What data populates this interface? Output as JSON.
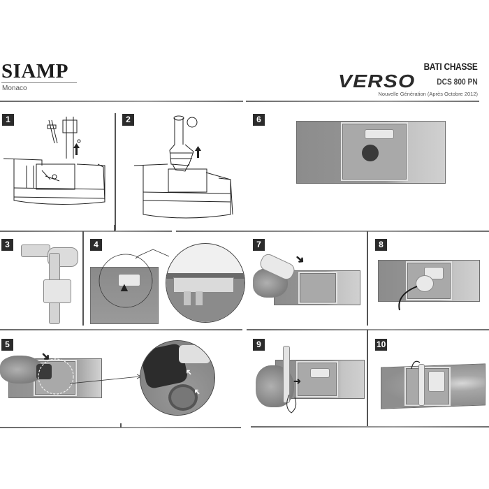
{
  "header": {
    "brand": "SIAMP",
    "brand_subtitle": "Monaco",
    "product_category": "BATI CHASSE",
    "product_name": "VERSO",
    "model": "DCS 800 PN",
    "generation_note": "Nouvelle Génération (Après Octobre 2012)"
  },
  "steps": [
    {
      "number": "1",
      "description": "Remove fill valve from frame (line drawing, arrow up)"
    },
    {
      "number": "2",
      "description": "Remove flush valve from frame (line drawing, arrow up)"
    },
    {
      "number": "3",
      "description": "Fill valve component (photo)"
    },
    {
      "number": "4",
      "description": "Clip detail with magnified inset (photo)"
    },
    {
      "number": "5",
      "description": "Flush valve seal inspection with magnified inset (photo)"
    },
    {
      "number": "6",
      "description": "Empty cistern access opening (photo)"
    },
    {
      "number": "7",
      "description": "Insert flush valve (photo, arrow)"
    },
    {
      "number": "8",
      "description": "Flush valve installed with cable (photo)"
    },
    {
      "number": "9",
      "description": "Insert fill valve and frame (photo, arrow)"
    },
    {
      "number": "10",
      "description": "Completed assembly (photo)"
    }
  ],
  "colors": {
    "badge_bg": "#2b2b2b",
    "badge_text": "#ffffff",
    "rule": "#6a6a6a"
  }
}
